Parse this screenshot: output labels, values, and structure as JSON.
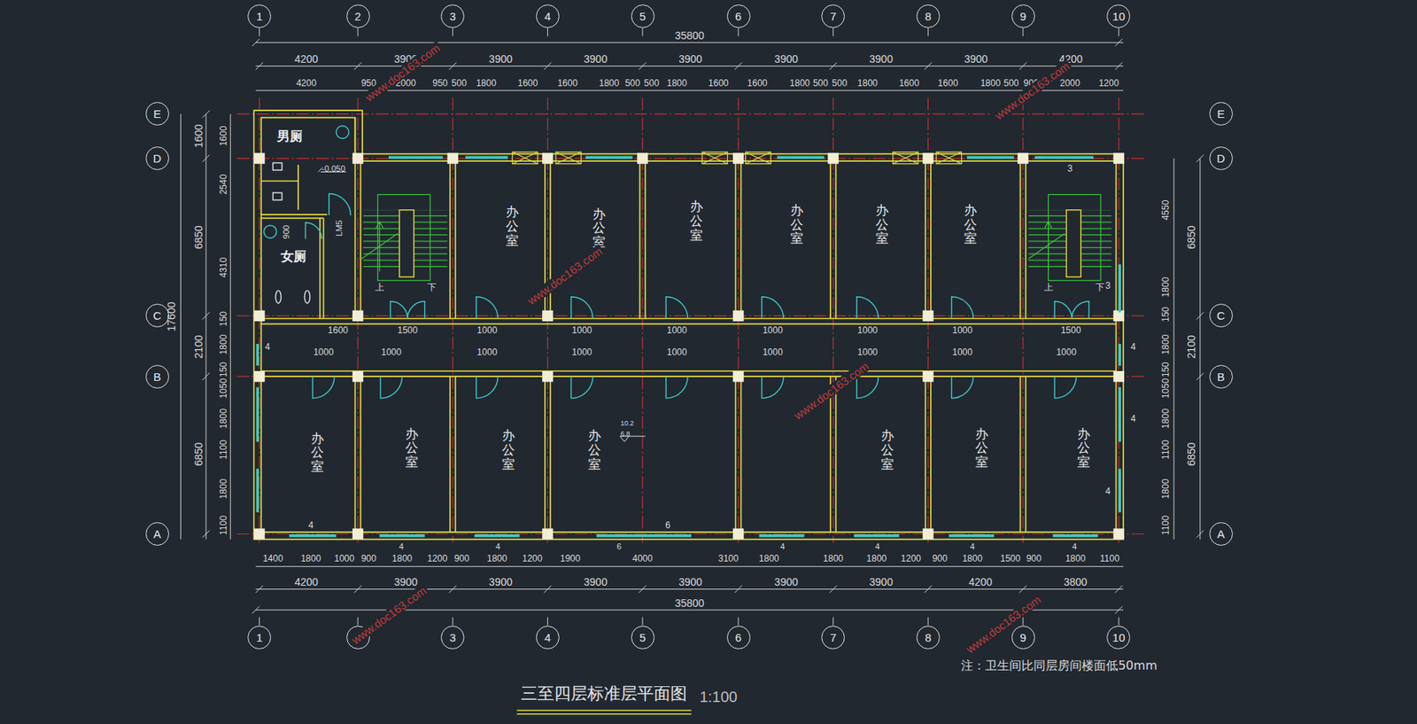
{
  "diagram": {
    "caption": "三至四层标准层平面图",
    "nodes": [
      {
        "text": [
          "1"
        ]
      },
      {
        "text": [
          "2"
        ]
      },
      {
        "text": [
          "3"
        ]
      },
      {
        "text": [
          "4"
        ]
      },
      {
        "text": [
          "5"
        ]
      },
      {
        "text": [
          "6"
        ]
      },
      {
        "text": [
          "7"
        ]
      },
      {
        "text": [
          "8"
        ]
      },
      {
        "text": [
          "9"
        ]
      },
      {
        "text": [
          "10"
        ]
      },
      {
        "text": [
          "E"
        ]
      },
      {
        "text": [
          "E"
        ]
      },
      {
        "text": [
          "男厕"
        ]
      },
      {
        "text": [
          "D"
        ]
      },
      {
        "text": [
          "D"
        ]
      },
      {
        "text": [
          "女厕"
        ]
      },
      {
        "text": [
          "办公室"
        ]
      },
      {
        "text": [
          "办公室"
        ]
      },
      {
        "text": [
          "办公室"
        ]
      },
      {
        "text": [
          "办公室"
        ]
      },
      {
        "text": [
          "办公室"
        ]
      },
      {
        "text": [
          "办公室"
        ]
      },
      {
        "text": [
          "C"
        ]
      },
      {
        "text": [
          "C"
        ]
      },
      {
        "text": [
          "B"
        ]
      },
      {
        "text": [
          "B"
        ]
      },
      {
        "text": [
          "办公室"
        ]
      },
      {
        "text": [
          "办公室"
        ]
      },
      {
        "text": [
          "办公室"
        ]
      },
      {
        "text": [
          "办公室"
        ]
      },
      {
        "text": [
          "办公室"
        ]
      },
      {
        "text": [
          "办公室"
        ]
      },
      {
        "text": [
          "办公室"
        ]
      },
      {
        "text": [
          "A"
        ]
      },
      {
        "text": [
          "A"
        ]
      },
      {
        "text": [
          "1"
        ]
      },
      {
        "text": [
          "2"
        ]
      },
      {
        "text": [
          "3"
        ]
      },
      {
        "text": [
          "4"
        ]
      },
      {
        "text": [
          "5"
        ]
      },
      {
        "text": [
          "6"
        ]
      },
      {
        "text": [
          "7"
        ]
      },
      {
        "text": [
          "8"
        ]
      },
      {
        "text": [
          "9"
        ]
      },
      {
        "text": [
          "10"
        ]
      }
    ],
    "labels": [
      "35800",
      "4200",
      "3900",
      "3900",
      "3900",
      "3900",
      "3900",
      "3900",
      "3900",
      "4200",
      "4200",
      "950",
      "2000",
      "950",
      "500",
      "1800",
      "1600",
      "1600",
      "1800",
      "500",
      "500",
      "1800",
      "1600",
      "1600",
      "1800",
      "500",
      "500",
      "1800",
      "1600",
      "1600",
      "1800",
      "500",
      "900",
      "2000",
      "1200",
      "1600",
      "6850",
      "2100",
      "6850",
      "17600",
      "1600",
      "2540",
      "4310",
      "150",
      "1800",
      "150",
      "1050",
      "1800",
      "1100",
      "1800",
      "1100",
      "4550",
      "1800",
      "150",
      "1800",
      "150",
      "1050",
      "1800",
      "1100",
      "1800",
      "1100",
      "6850",
      "2100",
      "6850",
      "1600",
      "1500",
      "1000",
      "1000",
      "1000",
      "1000",
      "1000",
      "1000",
      "1500",
      "1000",
      "1000",
      "1000",
      "1000",
      "1000",
      "1000",
      "1000",
      "1000",
      "1000",
      "1400",
      "1800",
      "1000",
      "900",
      "1800",
      "1200",
      "900",
      "1800",
      "1200",
      "1900",
      "4000",
      "3100",
      "1800",
      "1800",
      "1800",
      "1200",
      "900",
      "1800",
      "1500",
      "900",
      "1800",
      "1100",
      "4200",
      "3900",
      "3900",
      "3900",
      "3900",
      "3900",
      "3900",
      "4200",
      "3800",
      "35800",
      "-0.050",
      "LM5",
      "900",
      "上",
      "下",
      "上",
      "下",
      "10.2",
      "6.8",
      "3",
      "3",
      "4",
      "4",
      "4",
      "4",
      "4",
      "6",
      "4",
      "4",
      "6",
      "4",
      "4",
      "4",
      "4",
      "www.doc163.com",
      "www.doc163.com",
      "www.doc163.com",
      "www.doc163.com",
      "www.doc163.com",
      "www.doc163.com",
      "注：卫生间比同层房间楼面低50mm",
      "1:100"
    ]
  }
}
